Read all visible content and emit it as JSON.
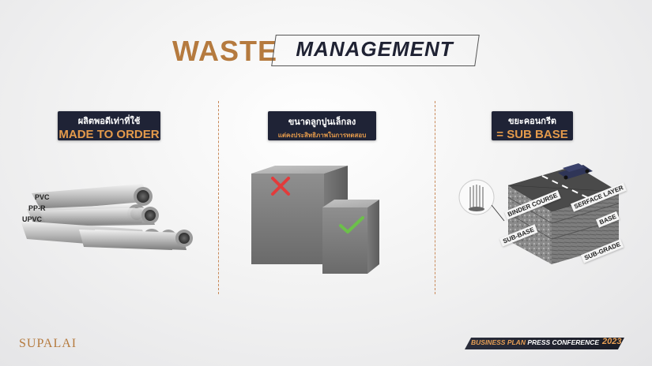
{
  "title": {
    "word1": "WASTE",
    "word2": "MANAGEMENT"
  },
  "sections": [
    {
      "line1": "ผลิตพอดีเท่าที่ใช้",
      "line2": "MADE TO ORDER"
    },
    {
      "line1": "ขนาดลูกปูนเล็กลง",
      "line2": "แต่คงประสิทธิภาพในการทดสอบ"
    },
    {
      "line1": "ขยะคอนกรีต",
      "line2": "= SUB BASE"
    }
  ],
  "pipes": {
    "labels": [
      "PVC",
      "PP-R",
      "UPVC"
    ]
  },
  "layers": {
    "serface": "SERFACE LAYER",
    "binder": "BINDER COURSE",
    "base": "BASE",
    "subbase": "SUB-BASE",
    "subgrade": "SUB-GRADE"
  },
  "brand": {
    "logo": "SUPALAI"
  },
  "footer": {
    "part1": "BUSINESS PLAN",
    "part2": "PRESS CONFERENCE",
    "year": "2023"
  },
  "colors": {
    "accent": "#b57a3e",
    "navy": "#1f2336",
    "check": "#6cc04a",
    "cross": "#e23b3b"
  }
}
